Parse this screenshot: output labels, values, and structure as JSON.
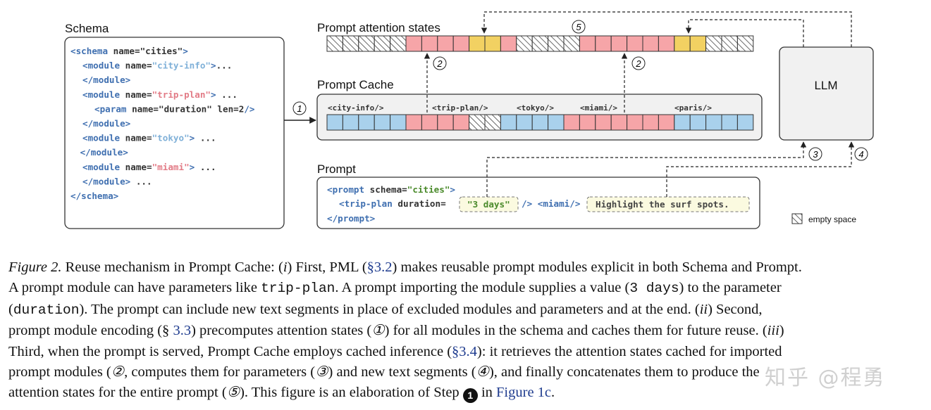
{
  "labels": {
    "schema": "Schema",
    "prompt_attention_states": "Prompt attention states",
    "prompt_cache": "Prompt Cache",
    "prompt": "Prompt",
    "llm": "LLM",
    "empty_space": "empty space"
  },
  "steps": [
    "1",
    "2",
    "2",
    "3",
    "4",
    "5"
  ],
  "colors": {
    "keyword": "#3f6fb0",
    "city_info": "#7fb0d8",
    "trip_plan": "#e27b86",
    "miami": "#e27b86",
    "text": "#333333",
    "blue_cell": "#a9d1ec",
    "pink_cell": "#f6a5a8",
    "yellow_cell": "#f2d162",
    "highlight_bg": "#fbfae0",
    "highlight_text": "#4a8a2a"
  },
  "schema_code": [
    {
      "indent": 0,
      "parts": [
        {
          "t": "<schema ",
          "c": "keyword"
        },
        {
          "t": "name=",
          "c": "text"
        },
        {
          "t": "\"cities\"",
          "c": "text"
        },
        {
          "t": ">",
          "c": "keyword"
        }
      ]
    },
    {
      "indent": 1,
      "parts": [
        {
          "t": "<module ",
          "c": "keyword"
        },
        {
          "t": "name=",
          "c": "text"
        },
        {
          "t": "\"city-info\"",
          "c": "city_info"
        },
        {
          "t": ">",
          "c": "keyword"
        },
        {
          "t": "...",
          "c": "text"
        }
      ]
    },
    {
      "indent": 1,
      "parts": [
        {
          "t": "</module>",
          "c": "keyword"
        }
      ]
    },
    {
      "indent": 1,
      "parts": [
        {
          "t": "<module ",
          "c": "keyword"
        },
        {
          "t": "name=",
          "c": "text"
        },
        {
          "t": "\"trip-plan\"",
          "c": "trip_plan"
        },
        {
          "t": ">",
          "c": "keyword"
        },
        {
          "t": " ...",
          "c": "text"
        }
      ]
    },
    {
      "indent": 2,
      "parts": [
        {
          "t": "<param ",
          "c": "keyword"
        },
        {
          "t": "name=",
          "c": "text"
        },
        {
          "t": "\"duration\"",
          "c": "text"
        },
        {
          "t": " len=2",
          "c": "text"
        },
        {
          "t": "/>",
          "c": "keyword"
        }
      ]
    },
    {
      "indent": 1,
      "parts": [
        {
          "t": "</module>",
          "c": "keyword"
        }
      ]
    },
    {
      "indent": 1,
      "parts": [
        {
          "t": "<module ",
          "c": "keyword"
        },
        {
          "t": "name=",
          "c": "text"
        },
        {
          "t": "\"tokyo\"",
          "c": "city_info"
        },
        {
          "t": ">",
          "c": "keyword"
        },
        {
          "t": " ...",
          "c": "text"
        }
      ]
    },
    {
      "indent": 0.8,
      "parts": [
        {
          "t": "</module>",
          "c": "keyword"
        }
      ]
    },
    {
      "indent": 1,
      "parts": [
        {
          "t": "<module ",
          "c": "keyword"
        },
        {
          "t": "name=",
          "c": "text"
        },
        {
          "t": "\"miami\"",
          "c": "miami"
        },
        {
          "t": ">",
          "c": "keyword"
        },
        {
          "t": " ...",
          "c": "text"
        }
      ]
    },
    {
      "indent": 1,
      "parts": [
        {
          "t": "</module>",
          "c": "keyword"
        },
        {
          "t": " ...",
          "c": "text"
        }
      ]
    },
    {
      "indent": 0,
      "parts": [
        {
          "t": "</schema>",
          "c": "keyword"
        }
      ]
    }
  ],
  "cache_tags": [
    "<city-info/>",
    "<trip-plan/>",
    "<tokyo/>",
    "<miami/>",
    "<paris/>"
  ],
  "cache_cells": [
    "b",
    "b",
    "b",
    "b",
    "b",
    "p",
    "p",
    "p",
    "p",
    "h",
    "h",
    "b",
    "b",
    "b",
    "b",
    "p",
    "p",
    "p",
    "p",
    "p",
    "p",
    "p",
    "b",
    "b",
    "b",
    "b",
    "b"
  ],
  "attention_cells": [
    "h",
    "h",
    "h",
    "h",
    "h",
    "p",
    "p",
    "p",
    "p",
    "y",
    "y",
    "p",
    "h",
    "h",
    "h",
    "h",
    "p",
    "p",
    "p",
    "p",
    "p",
    "p",
    "y",
    "y",
    "h",
    "h",
    "h"
  ],
  "prompt_code": {
    "line1": [
      {
        "t": "<prompt ",
        "c": "keyword"
      },
      {
        "t": "schema=",
        "c": "text"
      },
      {
        "t": "\"cities\"",
        "c": "highlight_text"
      },
      {
        "t": ">",
        "c": "keyword"
      }
    ],
    "line2_start": [
      {
        "t": "<trip-plan ",
        "c": "keyword"
      },
      {
        "t": "duration=",
        "c": "text"
      }
    ],
    "param_value": "\"3 days\"",
    "line2_mid": [
      {
        "t": "/>",
        "c": "keyword"
      },
      {
        "t": " <miami/>",
        "c": "keyword"
      }
    ],
    "new_text": "Highlight the surf spots.",
    "line3": [
      {
        "t": "</prompt>",
        "c": "keyword"
      }
    ]
  },
  "caption": {
    "lines": [
      [
        {
          "t": "Figure 2.",
          "s": "i"
        },
        {
          "t": " Reuse mechanism in Prompt Cache: ("
        },
        {
          "t": "i",
          "s": "i"
        },
        {
          "t": ") First, PML ("
        },
        {
          "t": "§3.2",
          "s": "link"
        },
        {
          "t": ") makes reusable prompt modules explicit in both Schema and Prompt."
        }
      ],
      [
        {
          "t": "A prompt module can have parameters like "
        },
        {
          "t": "trip-plan",
          "s": "tt"
        },
        {
          "t": ". A prompt importing the module supplies a value ("
        },
        {
          "t": "3 days",
          "s": "tt"
        },
        {
          "t": ") to the parameter"
        }
      ],
      [
        {
          "t": "("
        },
        {
          "t": "duration",
          "s": "tt"
        },
        {
          "t": "). The prompt can include new text segments in place of excluded modules and parameters and at the end. ("
        },
        {
          "t": "ii",
          "s": "i"
        },
        {
          "t": ") Second,"
        }
      ],
      [
        {
          "t": "prompt module encoding (§ "
        },
        {
          "t": "3.3",
          "s": "link"
        },
        {
          "t": ") precomputes attention states ("
        },
        {
          "t": "①",
          "s": "circ"
        },
        {
          "t": ") for all modules in the schema and caches them for future reuse. ("
        },
        {
          "t": "iii",
          "s": "i"
        },
        {
          "t": ")"
        }
      ],
      [
        {
          "t": "Third, when the prompt is served, Prompt Cache employs cached inference ("
        },
        {
          "t": "§3.4",
          "s": "link"
        },
        {
          "t": "): it retrieves the attention states cached for imported"
        }
      ],
      [
        {
          "t": "prompt modules ("
        },
        {
          "t": "②",
          "s": "circ"
        },
        {
          "t": ", computes them for parameters ("
        },
        {
          "t": "③",
          "s": "circ"
        },
        {
          "t": ") and new text segments ("
        },
        {
          "t": "④",
          "s": "circ"
        },
        {
          "t": "), and finally concatenates them to produce the"
        }
      ],
      [
        {
          "t": "attention states for the entire prompt ("
        },
        {
          "t": "⑤",
          "s": "circ"
        },
        {
          "t": "). This figure is an elaboration of Step "
        },
        {
          "t": "1",
          "s": "fn"
        },
        {
          "t": " in "
        },
        {
          "t": "Figure 1c",
          "s": "link"
        },
        {
          "t": "."
        }
      ]
    ]
  },
  "watermark": "知乎 @程勇"
}
